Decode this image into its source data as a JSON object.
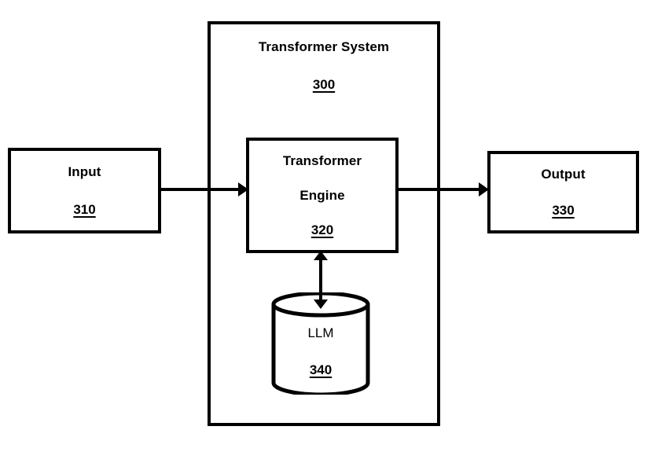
{
  "diagram": {
    "figure_type": "patent-block-diagram",
    "background_color": "#ffffff",
    "line_color": "#000000",
    "system": {
      "title": "Transformer System",
      "ref": "300"
    },
    "blocks": [
      {
        "id": "input",
        "title": "Input",
        "ref": "310"
      },
      {
        "id": "engine",
        "title_line1": "Transformer",
        "title_line2": "Engine",
        "ref": "320"
      },
      {
        "id": "output",
        "title": "Output",
        "ref": "330"
      },
      {
        "id": "llm",
        "title": "LLM",
        "ref": "340",
        "shape": "cylinder"
      }
    ],
    "connectors": [
      {
        "from": "input",
        "to": "engine",
        "arrow": "single",
        "direction": "right"
      },
      {
        "from": "engine",
        "to": "output",
        "arrow": "single",
        "direction": "right"
      },
      {
        "from": "engine",
        "to": "llm",
        "arrow": "double",
        "direction": "vertical"
      }
    ]
  }
}
